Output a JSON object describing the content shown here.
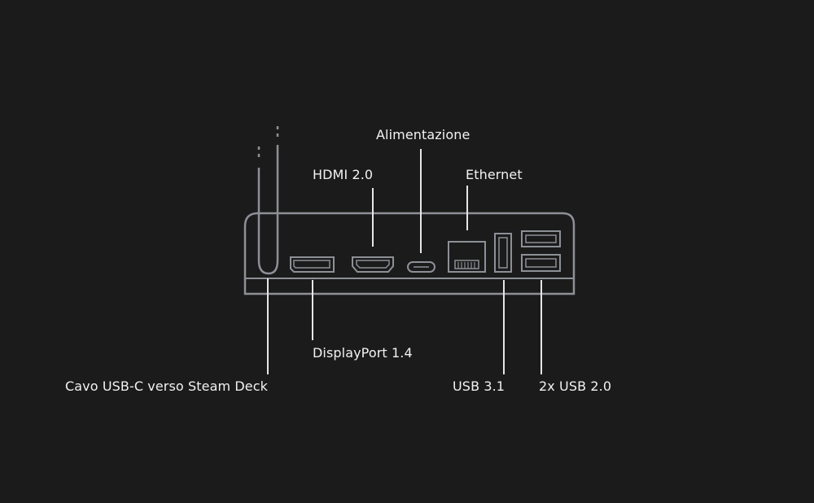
{
  "colors": {
    "background": "#1b1b1b",
    "outline": "#8d9096",
    "leader": "#e6e6e6",
    "text": "#f2f2f2"
  },
  "labels": {
    "power": "Alimentazione",
    "hdmi": "HDMI 2.0",
    "ethernet": "Ethernet",
    "displayport": "DisplayPort 1.4",
    "usb_c_cable": "Cavo USB-C verso Steam Deck",
    "usb31": "USB 3.1",
    "usb20": "2x USB 2.0"
  }
}
